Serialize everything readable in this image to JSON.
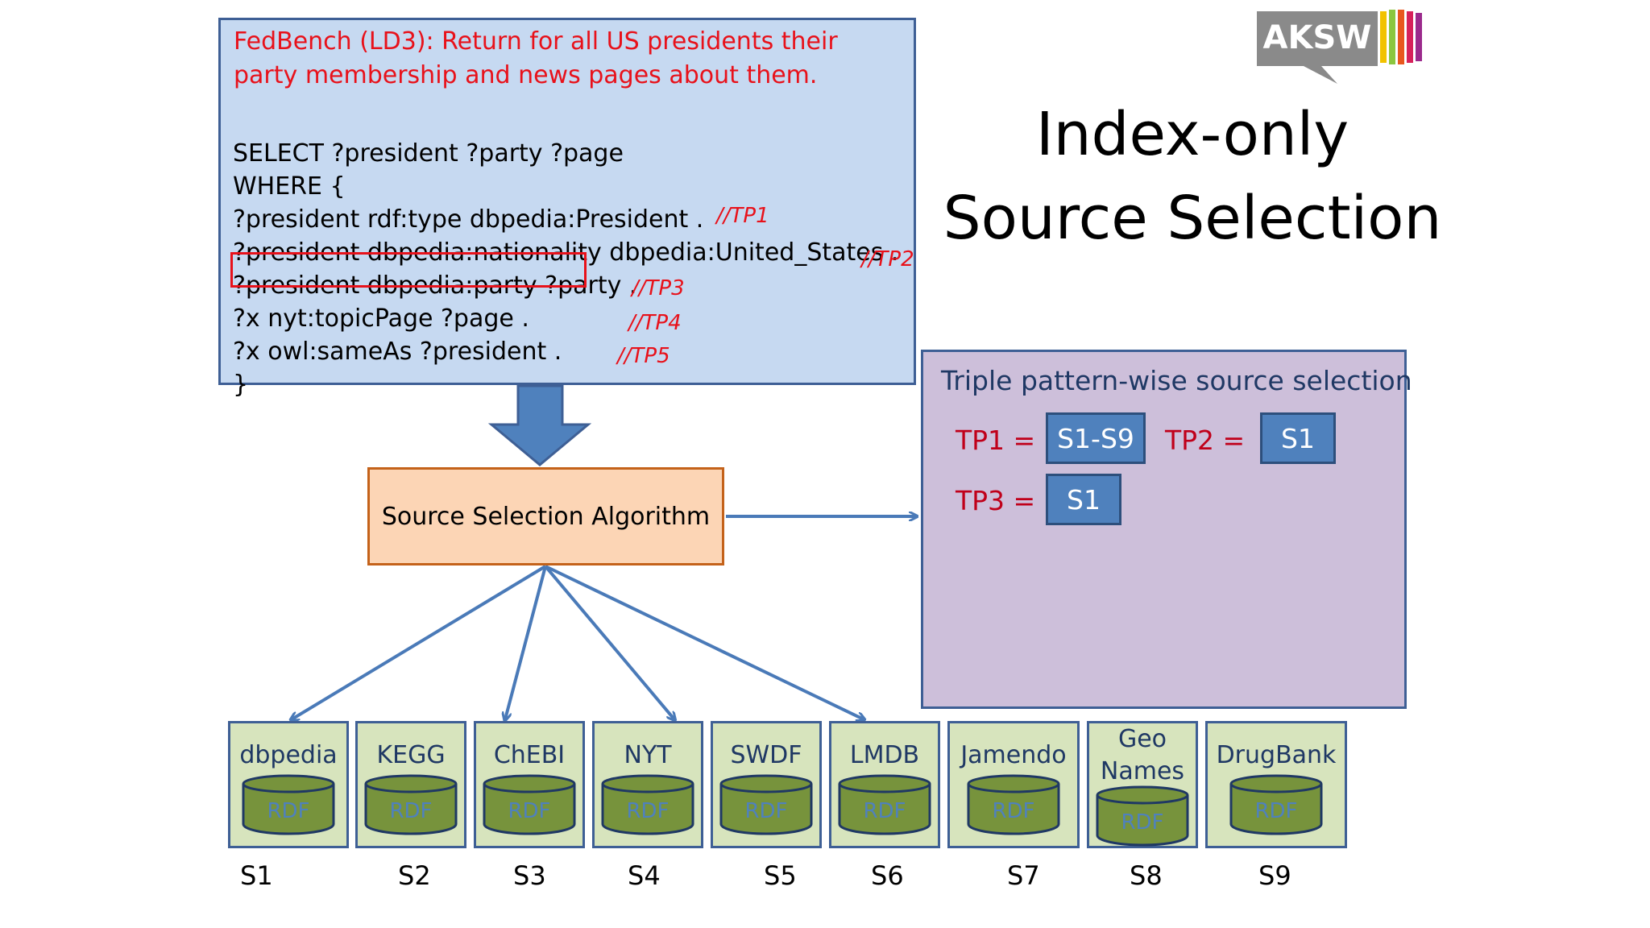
{
  "query": {
    "title": "FedBench (LD3): Return for all US presidents their party membership and news pages about them.",
    "lines": [
      "SELECT ?president ?party ?page",
      "WHERE {",
      "?president  rdf:type dbpedia:President .",
      "?president dbpedia:nationality  dbpedia:United_States .",
      "?president dbpedia:party ?party .",
      "?x  nyt:topicPage ?page .",
      "?x  owl:sameAs ?president .",
      "}"
    ],
    "tp_tags": [
      "//TP1",
      "//TP2",
      "//TP3",
      "//TP4",
      "//TP5"
    ]
  },
  "slide_title": {
    "line1": "Index-only",
    "line2": "Source Selection"
  },
  "logo": {
    "text": "AKSW"
  },
  "algorithm": {
    "label": "Source Selection Algorithm"
  },
  "result": {
    "title": "Triple pattern-wise source selection",
    "tp1_label": "TP1 =",
    "tp1_value": "S1-S9",
    "tp2_label": "TP2 =",
    "tp2_value": "S1",
    "tp3_label": "TP3 =",
    "tp3_value": "S1"
  },
  "sources": [
    {
      "name": "dbpedia",
      "id": "S1",
      "cylinder": "RDF"
    },
    {
      "name": "KEGG",
      "id": "S2",
      "cylinder": "RDF"
    },
    {
      "name": "ChEBI",
      "id": "S3",
      "cylinder": "RDF"
    },
    {
      "name": "NYT",
      "id": "S4",
      "cylinder": "RDF"
    },
    {
      "name": "SWDF",
      "id": "S5",
      "cylinder": "RDF"
    },
    {
      "name": "LMDB",
      "id": "S6",
      "cylinder": "RDF"
    },
    {
      "name": "Jamendo",
      "id": "S7",
      "cylinder": "RDF"
    },
    {
      "name": "Geo Names",
      "name_line1": "Geo",
      "name_line2": "Names",
      "id": "S8",
      "cylinder": "RDF"
    },
    {
      "name": "DrugBank",
      "id": "S9",
      "cylinder": "RDF"
    }
  ],
  "colors": {
    "query_bg": "#c6d9f1",
    "query_border": "#3e5f95",
    "highlight_red": "#e8111a",
    "algo_bg": "#fcd5b5",
    "algo_border": "#c4621a",
    "result_bg": "#cdbfda",
    "chip_blue": "#4f81bd",
    "source_bg": "#d7e4bd",
    "cylinder_green": "#77933c",
    "arrow_blue": "#4a7ab8"
  }
}
